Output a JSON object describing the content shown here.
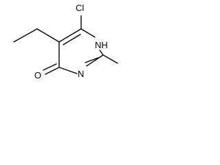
{
  "molecule": {
    "atoms": {
      "cl": "Cl",
      "nh": "NH",
      "n": "N",
      "o": "O"
    },
    "colors": {
      "bond": "#000000",
      "label": "#000000",
      "background": "#ffffff"
    }
  }
}
